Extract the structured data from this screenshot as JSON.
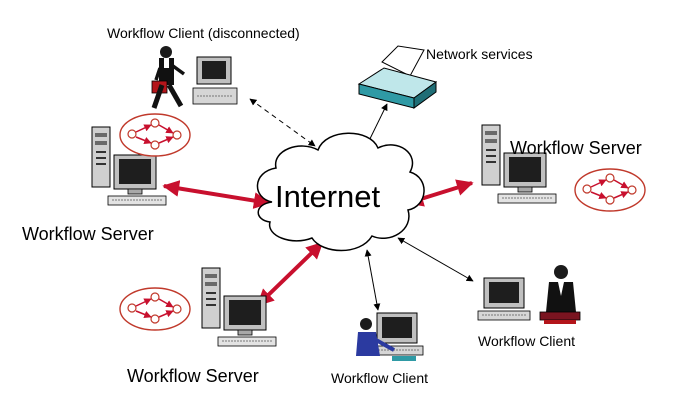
{
  "diagram": {
    "center_label": "Internet",
    "nodes": {
      "client_disconnected": {
        "label": "Workflow Client (disconnected)",
        "icon": "traveling-user-with-laptop-icon"
      },
      "network_services": {
        "label": "Network services",
        "icon": "printer-icon"
      },
      "server_left": {
        "label": "Workflow Server",
        "icon": "tower-computer-icon"
      },
      "server_right": {
        "label": "Workflow Server",
        "icon": "tower-computer-icon"
      },
      "server_bottom": {
        "label": "Workflow Server",
        "icon": "tower-computer-icon"
      },
      "client_bottom": {
        "label": "Workflow Client",
        "icon": "user-at-desk-icon"
      },
      "client_right": {
        "label": "Workflow Client",
        "icon": "presenter-with-computer-icon"
      }
    },
    "colors": {
      "accent_red": "#c8102e",
      "workflow_ring": "#c0392b",
      "monitor_body": "#c0c0c0",
      "printer_teal": "#2f9aa5"
    }
  }
}
